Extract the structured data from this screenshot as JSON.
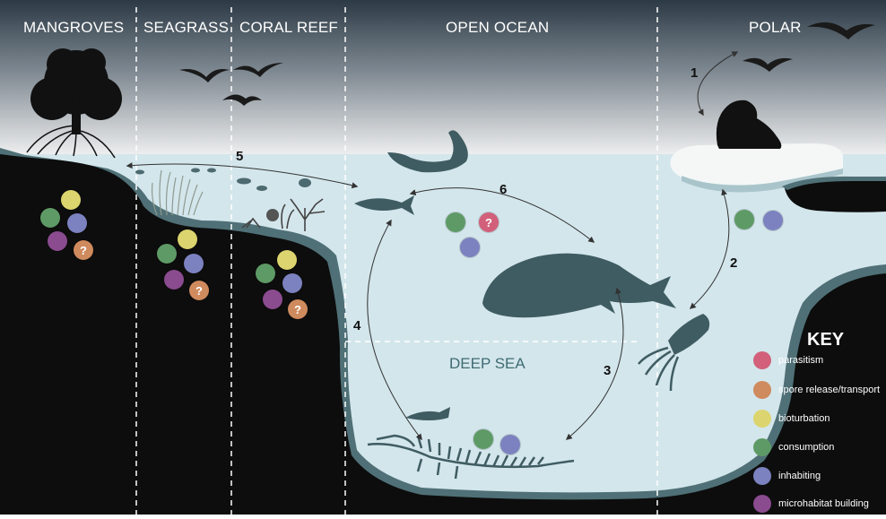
{
  "zones": [
    {
      "id": "mangroves",
      "label": "MANGROVES"
    },
    {
      "id": "seagrass",
      "label": "SEAGRASS"
    },
    {
      "id": "coral",
      "label": "CORAL REEF"
    },
    {
      "id": "open",
      "label": "OPEN OCEAN"
    },
    {
      "id": "polar",
      "label": "POLAR"
    }
  ],
  "deep_sea_label": "DEEP SEA",
  "numbers": [
    "1",
    "2",
    "3",
    "4",
    "5",
    "6"
  ],
  "question_mark": "?",
  "key": {
    "title": "KEY",
    "items": [
      {
        "label": "parasitism",
        "color": "#d2607a"
      },
      {
        "label": "spore release/transport",
        "color": "#cf8a5d"
      },
      {
        "label": "bioturbation",
        "color": "#dcd46e"
      },
      {
        "label": "consumption",
        "color": "#5e9a66"
      },
      {
        "label": "inhabiting",
        "color": "#7c82c0"
      },
      {
        "label": "microhabitat building",
        "color": "#8a4b8f"
      }
    ]
  },
  "colors": {
    "sky_top": "#2c3a45",
    "sky_bottom": "#f1f2f2",
    "water": "#d3e6ec",
    "seafloor": "#0d0d0d",
    "rim": "#4f7076",
    "silhouette": "#3f5c62"
  }
}
